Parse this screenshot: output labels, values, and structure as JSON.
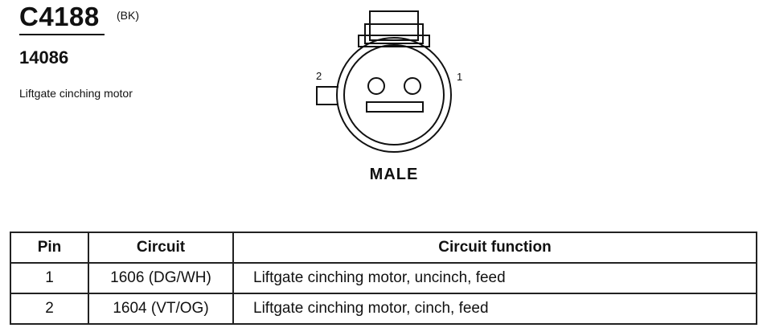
{
  "header": {
    "connector_id": "C4188",
    "color_code": "(BK)",
    "part_number": "14086",
    "description": "Liftgate cinching motor"
  },
  "diagram": {
    "pin_labels": [
      "2",
      "1"
    ],
    "gender": "MALE"
  },
  "table": {
    "columns": [
      "Pin",
      "Circuit",
      "Circuit function"
    ],
    "rows": [
      {
        "pin": "1",
        "circuit": "1606 (DG/WH)",
        "function": "Liftgate cinching motor, uncinch, feed"
      },
      {
        "pin": "2",
        "circuit": "1604 (VT/OG)",
        "function": "Liftgate cinching motor, cinch, feed"
      }
    ]
  }
}
